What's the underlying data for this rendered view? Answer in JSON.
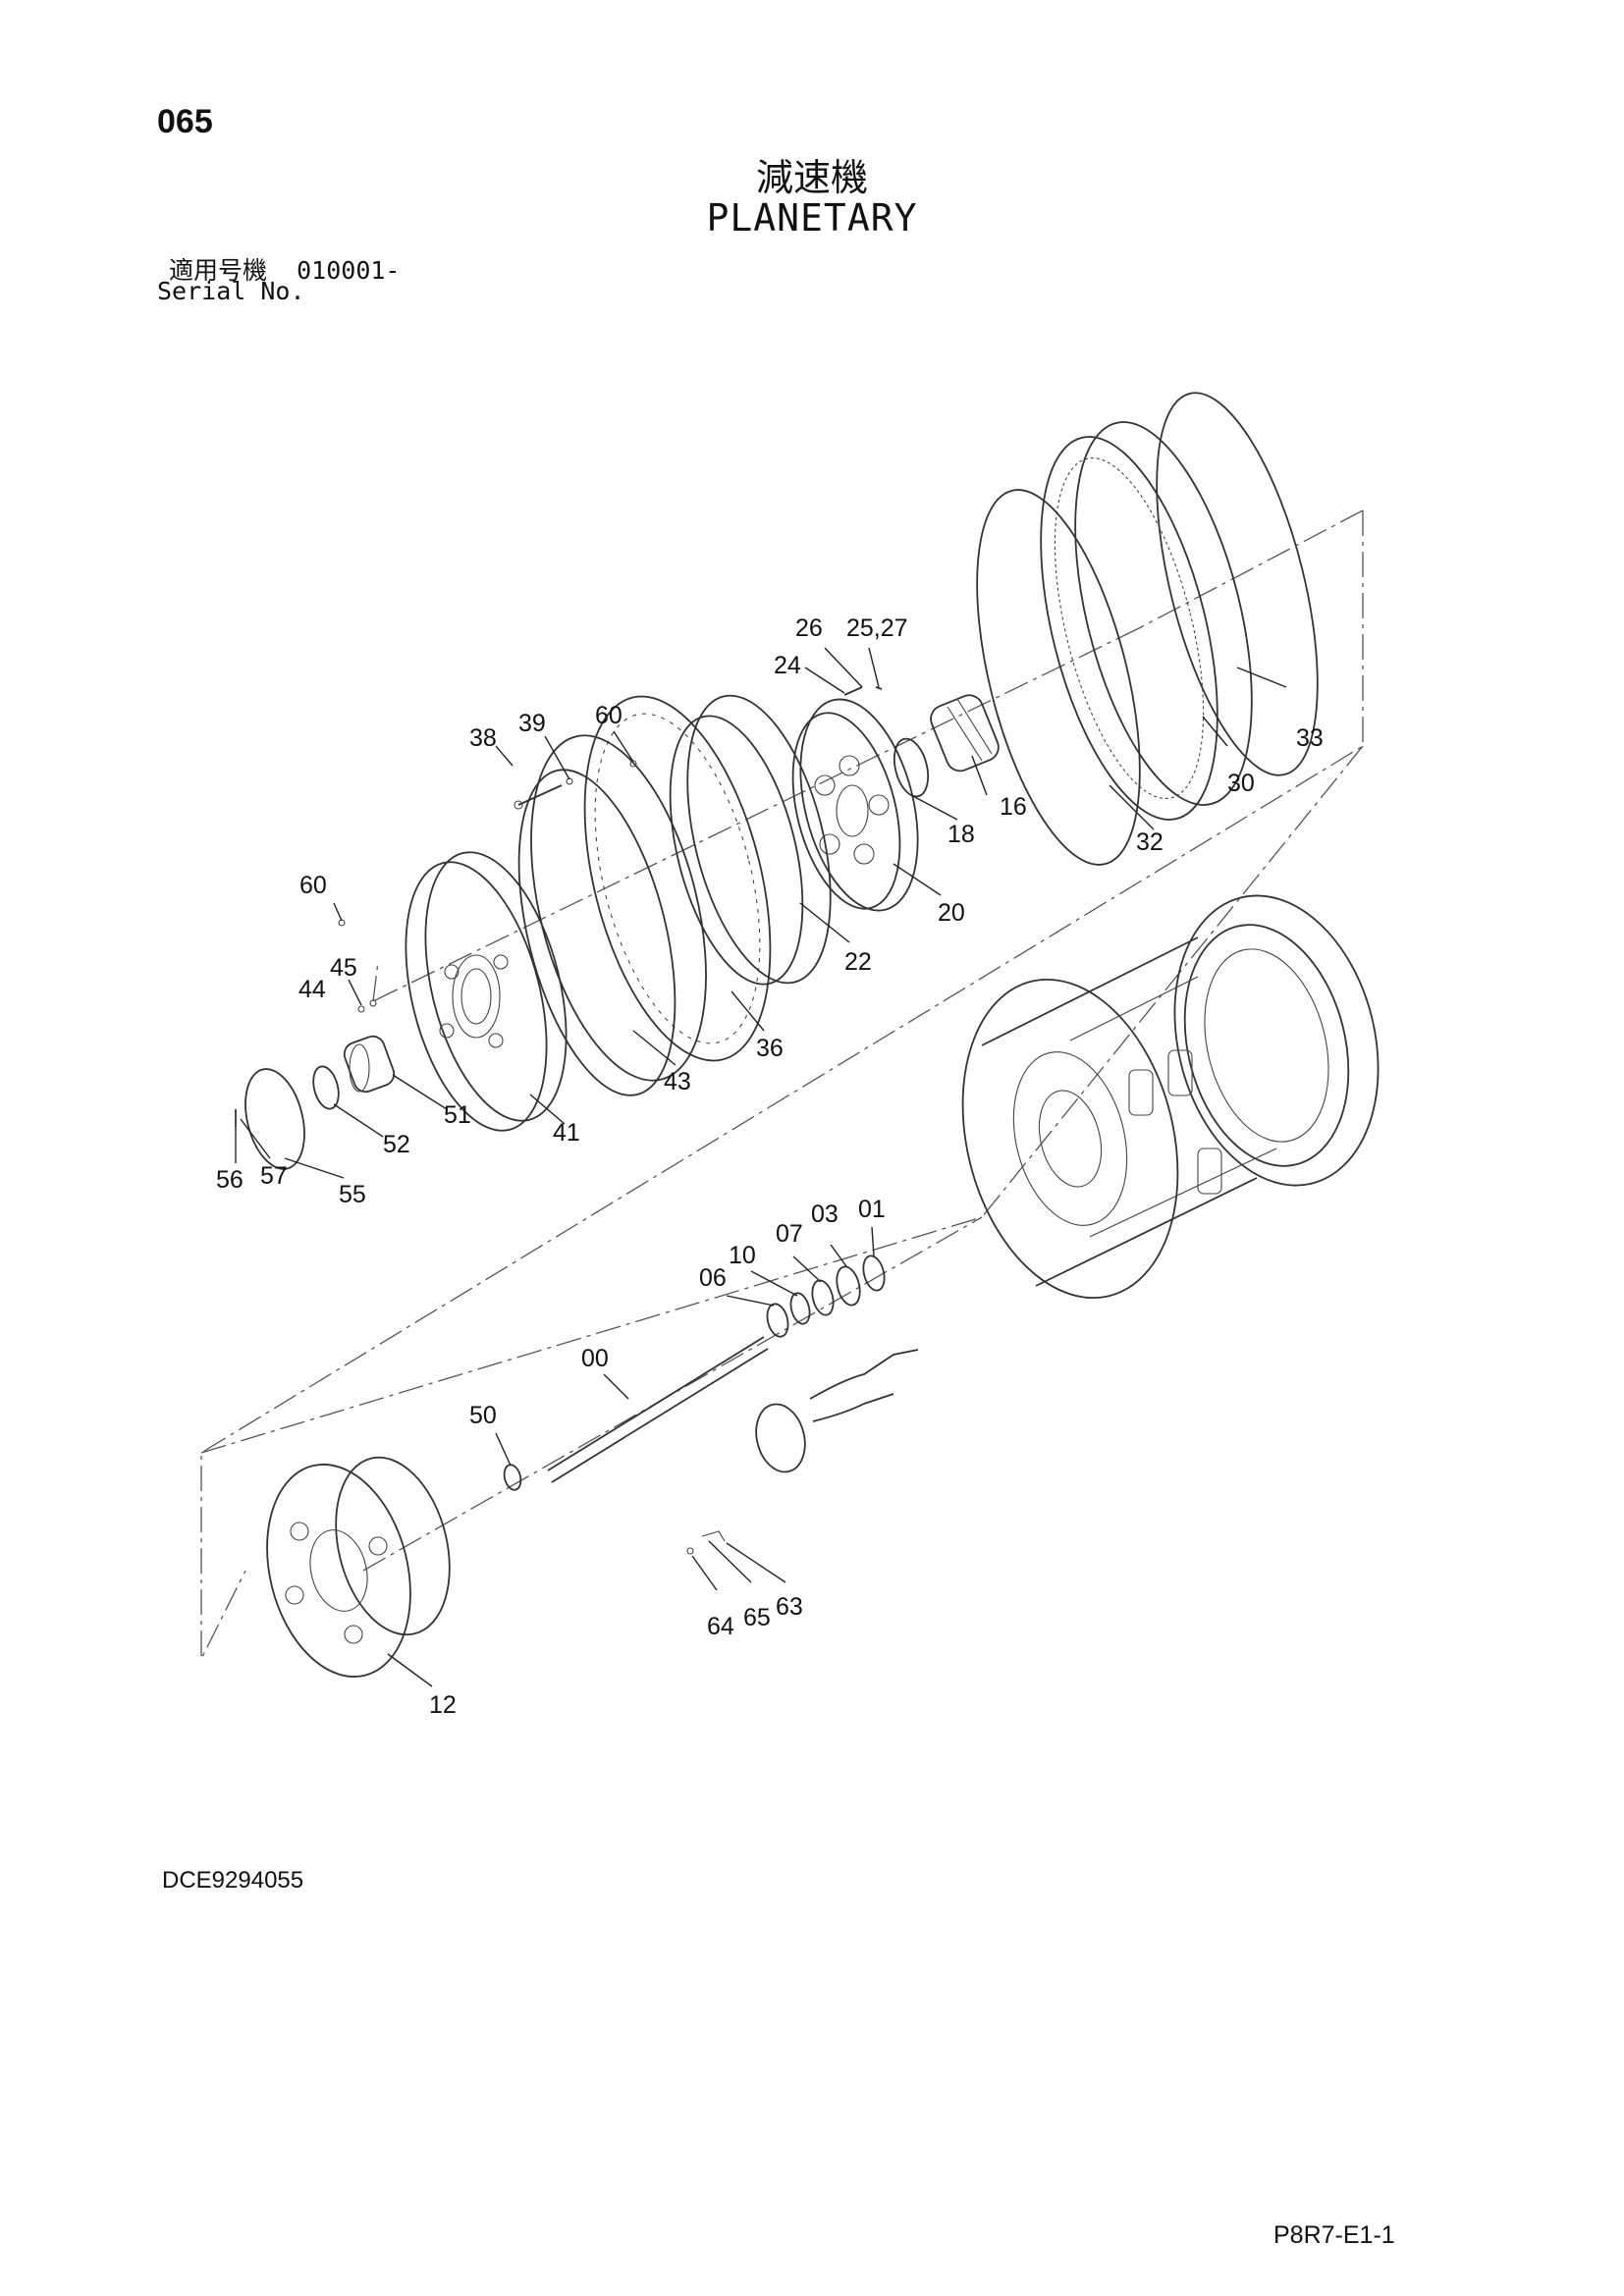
{
  "header": {
    "page_number": "065",
    "title_jp": "減速機",
    "title_en": "PLANETARY",
    "serial_label_jp": "適用号機",
    "serial_value": "010001-",
    "serial_label_en": "Serial No."
  },
  "footer": {
    "doc_code": "DCE9294055",
    "page_code": "P8R7-E1-1"
  },
  "callouts": {
    "c26": "26",
    "c2527": "25,27",
    "c24": "24",
    "c38": "38",
    "c39": "39",
    "c60a": "60",
    "c60b": "60",
    "c33": "33",
    "c30": "30",
    "c16": "16",
    "c18": "18",
    "c32": "32",
    "c20": "20",
    "c22": "22",
    "c36": "36",
    "c43": "43",
    "c41": "41",
    "c45": "45",
    "c44": "44",
    "c51": "51",
    "c52": "52",
    "c56": "56",
    "c57": "57",
    "c55": "55",
    "c03": "03",
    "c01": "01",
    "c07": "07",
    "c10": "10",
    "c06": "06",
    "c00": "00",
    "c50": "50",
    "c64": "64",
    "c65": "65",
    "c63": "63",
    "c12": "12"
  }
}
